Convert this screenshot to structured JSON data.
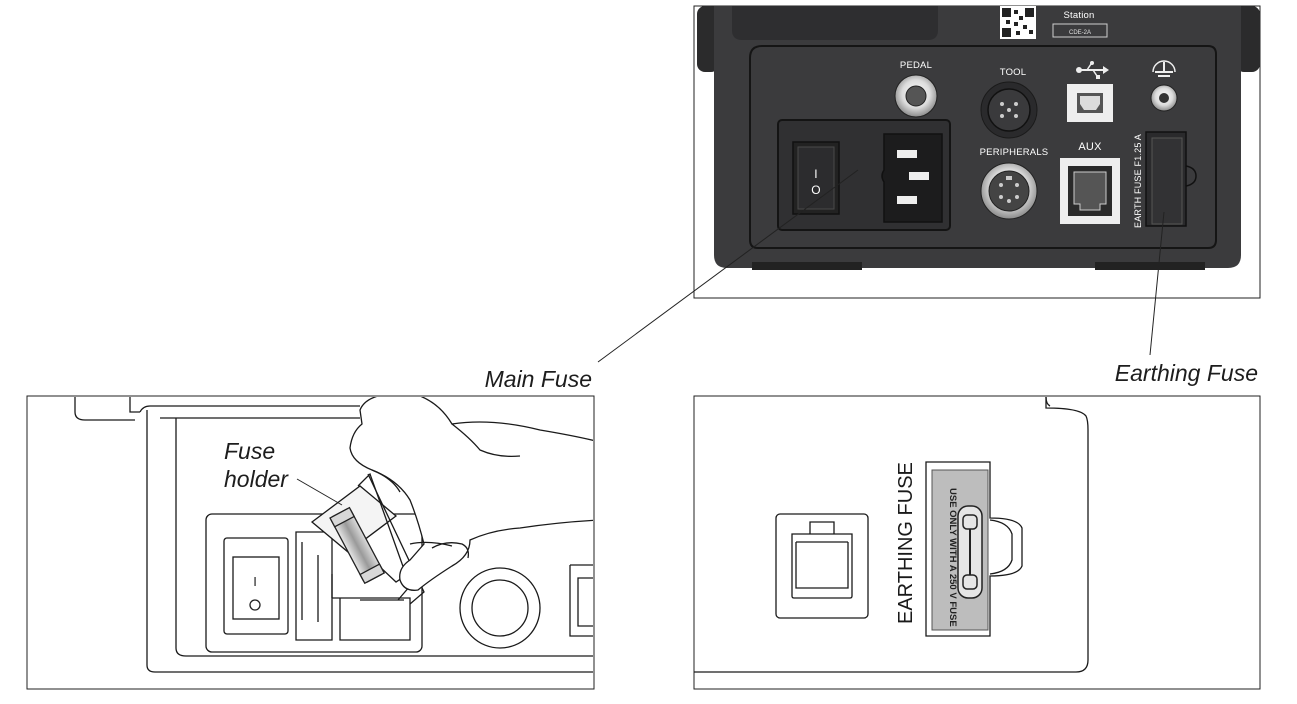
{
  "callouts": {
    "main_fuse": "Main Fuse",
    "earthing_fuse": "Earthing Fuse",
    "fuse_holder_line1": "Fuse",
    "fuse_holder_line2": "holder"
  },
  "panel_labels": {
    "pedal": "PEDAL",
    "tool": "TOOL",
    "peripherals": "PERIPHERALS",
    "aux": "AUX",
    "earth_fuse_rating": "EARTH FUSE F1.25 A",
    "station": "Station",
    "model": "CDE-2A",
    "switch_on": "I",
    "switch_off": "O"
  },
  "detail_labels": {
    "earthing_fuse_title": "EARTHING FUSE",
    "earthing_fuse_warning": "USE ONLY WITH A 250 V FUSE"
  },
  "icons": {
    "usb": "usb-icon",
    "earth": "earth-ground-icon"
  },
  "colors": {
    "device_body": "#3b3b3d",
    "panel_line": "#111111",
    "label_plate": "#bdbdbd"
  }
}
